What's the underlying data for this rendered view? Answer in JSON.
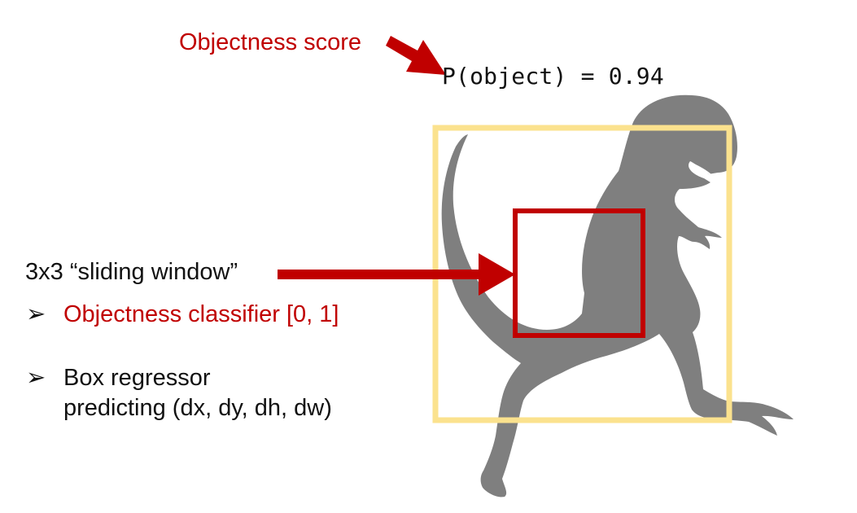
{
  "labels": {
    "objectness_score": "Objectness score",
    "probability": "P(object) = 0.94",
    "sliding_window": "3x3 “sliding window”",
    "bullet_marker": "➢",
    "bullet_classifier": "Objectness classifier [0, 1]",
    "bullet_regressor_line1": "Box regressor",
    "bullet_regressor_line2": "predicting (dx, dy, dh, dw)"
  },
  "colors": {
    "accent_red": "#C00000",
    "dark_red": "#B00000",
    "text": "#111111",
    "anchor_box": "#FBE28E",
    "silhouette": "#7f7f7f"
  },
  "icons": {
    "dinosaur": "t-rex-silhouette-icon",
    "arrow": "arrow-right-icon"
  }
}
